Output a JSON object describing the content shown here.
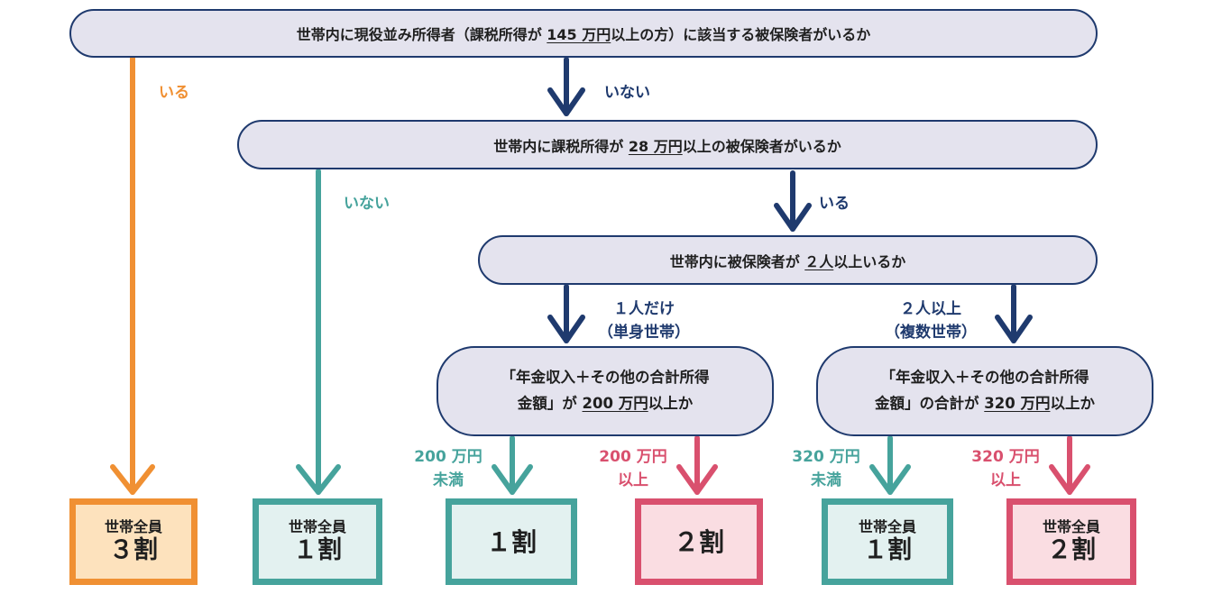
{
  "questions": {
    "q1": {
      "pre": "世帯内に現役並み所得者（課税所得が ",
      "amount": "145 万円",
      "post": "以上の方）に該当する被保険者がいるか"
    },
    "q2": {
      "pre": "世帯内に課税所得が ",
      "amount": "28 万円",
      "post": "以上の被保険者がいるか"
    },
    "q3": {
      "pre": "世帯内に被保険者が ",
      "amount": "２人",
      "post": "以上いるか"
    },
    "q4": {
      "line1": "「年金収入＋その他の合計所得",
      "line2_pre": "金額」が ",
      "amount": "200 万円",
      "line2_post": "以上か"
    },
    "q5": {
      "line1": "「年金収入＋その他の合計所得",
      "line2_pre": "金額」の合計が ",
      "amount": "320 万円",
      "line2_post": "以上か"
    }
  },
  "labels": {
    "q1_yes": "いる",
    "q1_no": "いない",
    "q2_no": "いない",
    "q2_yes": "いる",
    "single_line1": "１人だけ",
    "single_line2": "（単身世帯）",
    "multi_line1": "２人以上",
    "multi_line2": "（複数世帯）",
    "under200_line1": "200 万円",
    "under200_line2": "未満",
    "over200_line1": "200 万円",
    "over200_line2": "以上",
    "under320_line1": "320 万円",
    "under320_line2": "未満",
    "over320_line1": "320 万円",
    "over320_line2": "以上"
  },
  "results": {
    "r1": {
      "sub": "世帯全員",
      "val": "３割"
    },
    "r2": {
      "sub": "世帯全員",
      "val": "１割"
    },
    "r3": {
      "val": "１割"
    },
    "r4": {
      "val": "２割"
    },
    "r5": {
      "sub": "世帯全員",
      "val": "１割"
    },
    "r6": {
      "sub": "世帯全員",
      "val": "２割"
    }
  },
  "colors": {
    "navy": "#1f3a6e",
    "orange": "#f09033",
    "teal": "#46a39c",
    "pink": "#d9506e",
    "question_fill": "#e4e3ee"
  }
}
